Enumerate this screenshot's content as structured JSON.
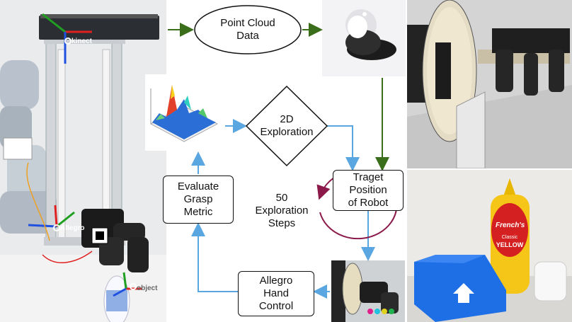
{
  "nodes": {
    "point_cloud": "Point Cloud\nData",
    "exploration_2d": "2D\nExploration",
    "target_position": "Traget\nPosition\nof Robot",
    "evaluate_grasp": "Evaluate\nGrasp\nMetric",
    "allegro_control": "Allegro\nHand\nControl",
    "loop_steps": "50\nExploration\nSteps"
  },
  "photo_labels": {
    "kinect": "kinect",
    "allegro": "Allegro",
    "object": "object"
  },
  "product_labels": {
    "brand": "French's",
    "sub": "Classic",
    "name": "YELLOW"
  },
  "colors": {
    "arrow_green": "#3b6e1a",
    "arrow_blue": "#5aa6e0",
    "loop_arrow": "#8b1a4a",
    "mustard": "#f5c518",
    "block_blue": "#1e6fe6"
  }
}
